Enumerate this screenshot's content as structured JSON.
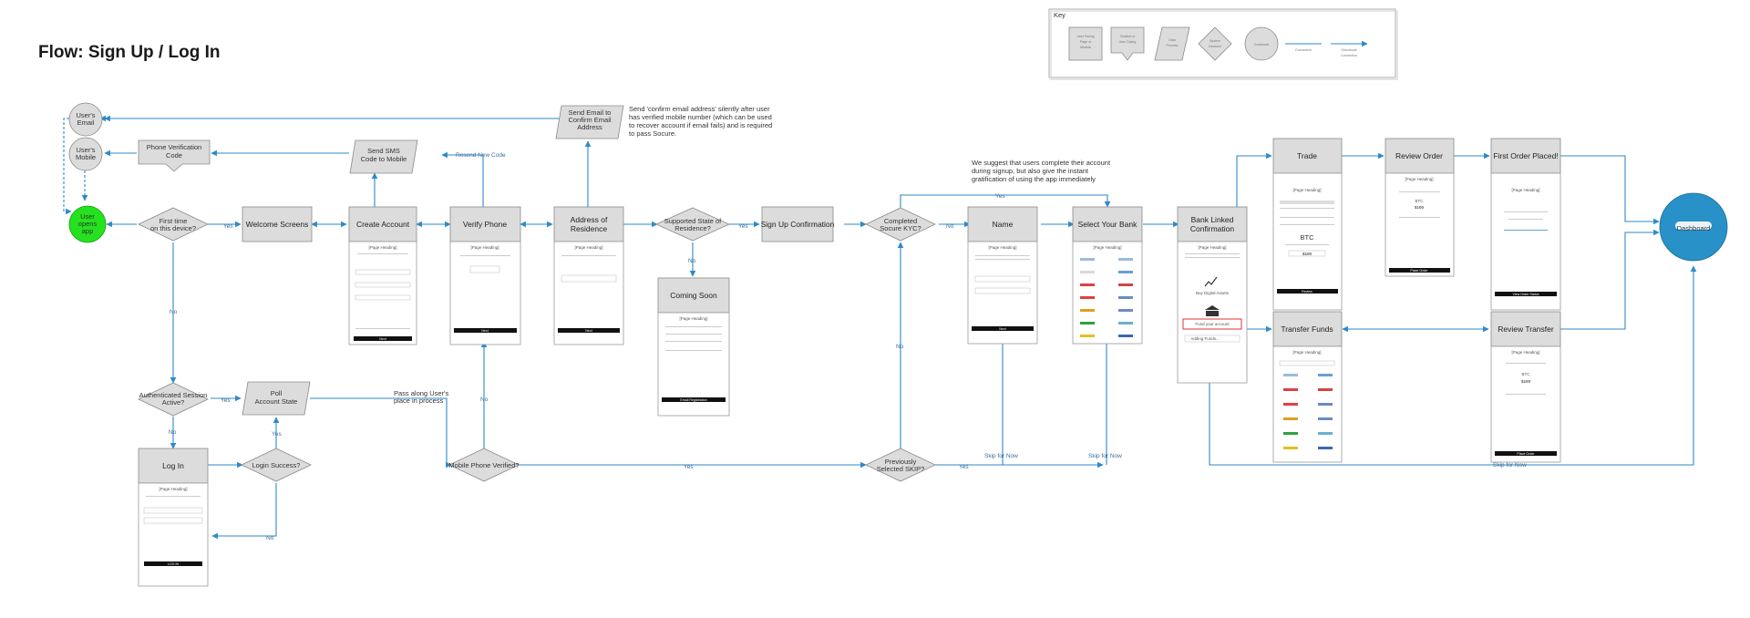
{
  "title": "Flow: Sign Up / Log In",
  "key": {
    "heading": "Key",
    "items": [
      "User Facing Page or Module",
      "Chatbot or User Dialog",
      "Data Process",
      "System Decision",
      "Continued",
      "Connection",
      "Directional Connection"
    ]
  },
  "nodes": {
    "users_email": "User's Email",
    "users_mobile": "User's Mobile",
    "user_opens_app": "User opens app",
    "phone_verification": "Phone Verification Code",
    "send_sms": "Send SMS Code to Mobile",
    "send_email": "Send Email to Confirm Email Address",
    "first_time": "First time on this device?",
    "welcome": "Welcome Screens",
    "create_account": "Create Account",
    "verify_phone": "Verify Phone",
    "address": "Address of Residence",
    "supported_state": "Supported State of Residence?",
    "signup_confirmation": "Sign Up Confirmation",
    "coming_soon": "Coming Soon",
    "completed_kyc": "Completed Socure KYC?",
    "name": "Name",
    "select_bank": "Select Your Bank",
    "bank_linked": "Bank Linked Confirmation",
    "trade": "Trade",
    "review_order": "Review Order",
    "first_order": "First Order Placed!",
    "transfer_funds": "Transfer Funds",
    "review_transfer": "Review Transfer",
    "dashboard": "Dashboard",
    "auth_session": "Authenticated Session Active?",
    "poll_account": "Poll Account State",
    "log_in": "Log In",
    "login_success": "Login Success?",
    "mobile_verified": "Mobile Phone Verified?",
    "previously_skip": "Previously Selected SKIP?"
  },
  "notes": {
    "email_note": "Send 'confirm email address' silently after user has verified mobile number (which can be used to recover account if email fails) and is required to pass Socure.",
    "kyc_note": "We suggest that users complete their account during signup, but also give the instant gratification of using the app immediately",
    "pass_along": "Pass along User's place in process"
  },
  "edge_labels": {
    "yes": "Yes",
    "no": "No",
    "resend": "Resend New Code",
    "skip_for_now": "Skip for Now"
  },
  "screen_text": {
    "page_heading": "[Page Heading]",
    "next": "Next",
    "review": "Review",
    "place_order": "Place Order",
    "view_order_status": "View Order Status",
    "log_in_btn": "LOG IN",
    "email_registration": "Email Registration",
    "btc": "BTC",
    "btc_price": "$100",
    "buy_digital_assets": "Buy Digital Assets",
    "fund_account": "Fund your account",
    "adding_funds": "Adding Funds..."
  }
}
